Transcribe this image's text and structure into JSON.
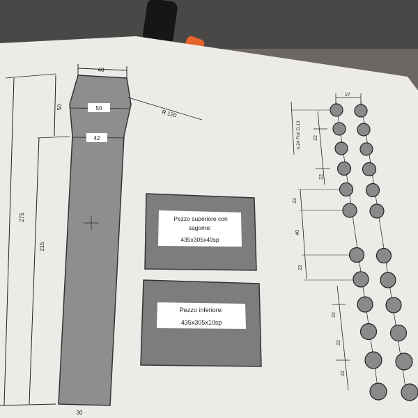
{
  "drawing": {
    "dims": {
      "top_width": "40",
      "neck_height": "50",
      "upper_width": "50",
      "radius": "R 120",
      "lower_width": "42",
      "total_height": "275",
      "body_height": "215",
      "bottom_width": "30"
    },
    "boxes": {
      "upper": {
        "line1": "Pezzo superiore con",
        "line2": "sagome:",
        "line3": "435x305x40sp"
      },
      "lower": {
        "line1": "Pezzo inferiore:",
        "line2": "435x305x10sp"
      }
    },
    "holes": {
      "spacing_top": "27",
      "note": "n.24 Fori D.13",
      "gap": "22",
      "gap_large": "40"
    }
  },
  "colors": {
    "paper": "#ecebe8",
    "shape_fill": "#8e8e8e",
    "box_fill": "#7d7d7d",
    "hole_fill": "#8a8a8a",
    "background": "#6b6763"
  }
}
